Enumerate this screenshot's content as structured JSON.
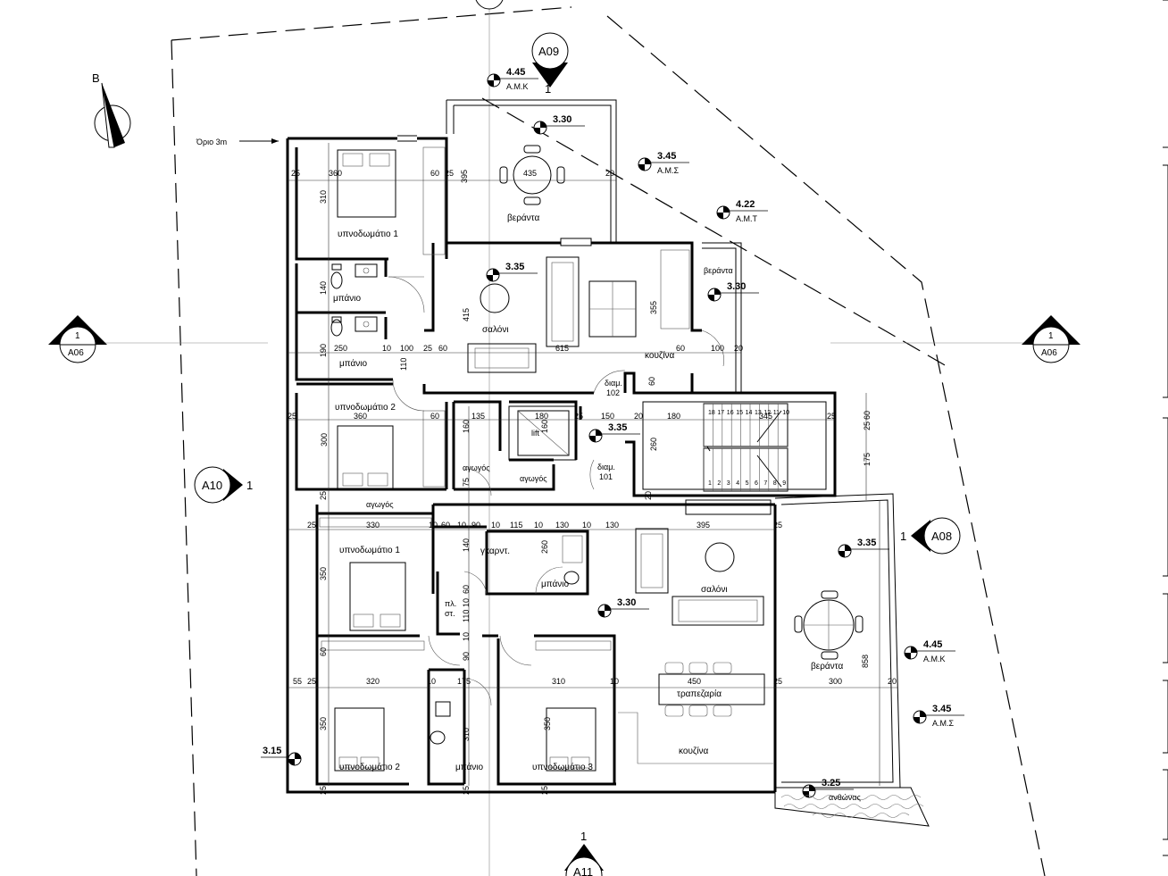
{
  "plan": {
    "north_letter": "B",
    "boundary_label": "Όριο 3m",
    "sections": [
      {
        "num": "1",
        "ref": "A06"
      },
      {
        "num": "1",
        "ref": "A06"
      },
      {
        "num": "",
        "ref": "A09"
      },
      {
        "num": "",
        "ref": "A10"
      },
      {
        "num": "",
        "ref": "A08"
      },
      {
        "num": "1",
        "ref": "A11"
      }
    ],
    "section_marks": {
      "a09_one": "1",
      "a10_one": "1",
      "a08_one": "1"
    },
    "levels": [
      {
        "value": "4.45",
        "tag": "Α.Μ.Κ"
      },
      {
        "value": "3.30",
        "tag": ""
      },
      {
        "value": "3.45",
        "tag": "Α.Μ.Σ"
      },
      {
        "value": "4.22",
        "tag": "Α.Μ.Τ"
      },
      {
        "value": "3.35",
        "tag": ""
      },
      {
        "value": "3.30",
        "tag": ""
      },
      {
        "value": "3.35",
        "tag": ""
      },
      {
        "value": "3.30",
        "tag": ""
      },
      {
        "value": "3.35",
        "tag": ""
      },
      {
        "value": "4.45",
        "tag": "Α.Μ.Κ"
      },
      {
        "value": "3.45",
        "tag": "Α.Μ.Σ"
      },
      {
        "value": "3.15",
        "tag": ""
      },
      {
        "value": "3.25",
        "tag": ""
      }
    ],
    "rooms_upper": {
      "bedroom1": "υπνοδωμάτιο 1",
      "veranda_top": "βεράντα",
      "veranda_right": "βεράντα",
      "bath1": "μπάνιο",
      "bath2": "μπάνιο",
      "living": "σαλόνι",
      "kitchen": "κουζίνα",
      "corridor": "διαμ.\n102",
      "corridor_a": "διαμ.",
      "corridor_b": "102",
      "bedroom2": "υπνοδωμάτιο 2",
      "lift": "lift",
      "duct1": "αγωγός",
      "duct2": "αγωγός",
      "duct3": "αγωγός",
      "corridor2_a": "διαμ.",
      "corridor2_b": "101"
    },
    "rooms_lower": {
      "bedroom1": "υπνοδωμάτιο 1",
      "wardrobe": "γκαρντ.",
      "bath": "μπάνιο",
      "storage_a": "πλ.",
      "storage_b": "στ.",
      "living": "σαλόνι",
      "veranda": "βεράντα",
      "dining": "τραπεζαρία",
      "bedroom2": "υπνοδωμάτιο 2",
      "bath2": "μπάνιο",
      "bedroom3": "υπνοδωμάτιο 3",
      "kitchen": "κουζίνα",
      "planter": "ανθώνας"
    },
    "dims_upper": [
      "25",
      "360",
      "60",
      "25",
      "395",
      "435",
      "20",
      "310",
      "140",
      "190",
      "250",
      "10",
      "100",
      "25",
      "60",
      "415",
      "615",
      "355",
      "60",
      "100",
      "20",
      "60",
      "110",
      "25",
      "360",
      "60",
      "135",
      "180",
      "25",
      "150",
      "20",
      "180",
      "345",
      "25",
      "60",
      "25",
      "160",
      "160",
      "300",
      "175",
      "260",
      "75",
      "25",
      "20"
    ],
    "dims_lower": [
      "25",
      "330",
      "10",
      "60",
      "10",
      "90",
      "10",
      "115",
      "10",
      "130",
      "10",
      "130",
      "395",
      "25",
      "140",
      "260",
      "350",
      "60",
      "10",
      "110",
      "10",
      "90",
      "60",
      "55",
      "25",
      "320",
      "10",
      "175",
      "310",
      "10",
      "450",
      "25",
      "300",
      "20",
      "858",
      "350",
      "310",
      "350",
      "25",
      "25",
      "25"
    ],
    "stair_numbers_top": [
      "18",
      "17",
      "16",
      "15",
      "14",
      "13",
      "12",
      "11",
      "10"
    ],
    "stair_numbers_bottom": [
      "1",
      "2",
      "3",
      "4",
      "5",
      "6",
      "7",
      "8",
      "9"
    ]
  }
}
